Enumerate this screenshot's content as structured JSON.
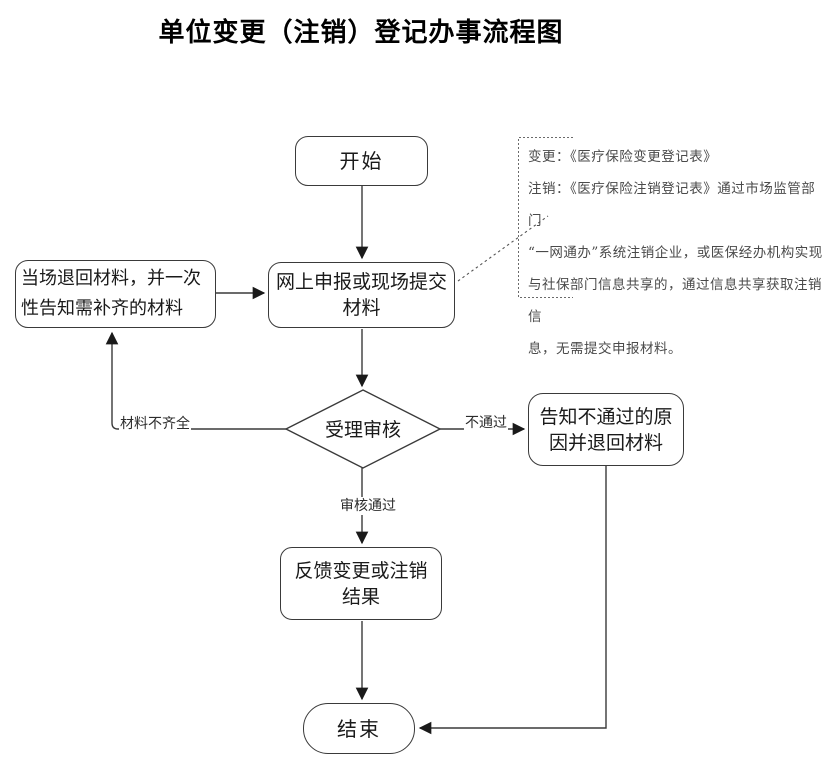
{
  "title": "单位变更（注销）登记办事流程图",
  "nodes": {
    "start": {
      "label": "开始",
      "shape": "rounded-rect"
    },
    "submit": {
      "label": "网上申报或现场提交材料",
      "shape": "rounded-rect"
    },
    "return_materials": {
      "label": "当场退回材料，并一次性告知需补齐的材料",
      "shape": "rounded-rect"
    },
    "review": {
      "label": "受理审核",
      "shape": "diamond"
    },
    "notify_reject": {
      "label": "告知不通过的原因并退回材料",
      "shape": "rounded-rect"
    },
    "feedback": {
      "label": "反馈变更或注销结果",
      "shape": "rounded-rect"
    },
    "end": {
      "label": "结束",
      "shape": "rounded-rect"
    }
  },
  "edge_labels": {
    "materials_incomplete": "材料不齐全",
    "not_approved": "不通过",
    "approved": "审核通过"
  },
  "note": {
    "text": "变更：《医疗保险变更登记表》\n注销：《医疗保险注销登记表》通过市场监管部门\n“一网通办”系统注销企业，或医保经办机构实现\n与社保部门信息共享的，通过信息共享获取注销信\n息，无需提交申报材料。"
  },
  "colors": {
    "line": "#3a3a3a",
    "text": "#1a1a1a",
    "note_text": "#4a4a4a",
    "background": "#ffffff"
  }
}
